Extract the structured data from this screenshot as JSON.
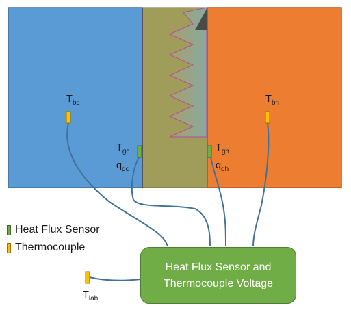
{
  "colors": {
    "cold_block": "#5b9bd5",
    "hot_block": "#ed7d31",
    "sample": "#a09c5a",
    "heat_flux_sensor": "#70ad47",
    "thermocouple": "#ffc000",
    "wire": "#41719c",
    "daq_box": "#70ad47"
  },
  "labels": {
    "t_bc": {
      "main": "T",
      "sub": "bc"
    },
    "t_bh": {
      "main": "T",
      "sub": "bh"
    },
    "t_gc": {
      "main": "T",
      "sub": "gc"
    },
    "q_gc": {
      "main": "q",
      "sub": "gc"
    },
    "t_gh": {
      "main": "T",
      "sub": "gh"
    },
    "q_gh": {
      "main": "q",
      "sub": "gh"
    },
    "t_lab": {
      "main": "T",
      "sub": "lab"
    }
  },
  "legend": {
    "heat_flux_sensor": "Heat Flux Sensor",
    "thermocouple": "Thermocouple"
  },
  "daq_box": {
    "line1": "Heat Flux Sensor and",
    "line2": "Thermocouple Voltage"
  }
}
